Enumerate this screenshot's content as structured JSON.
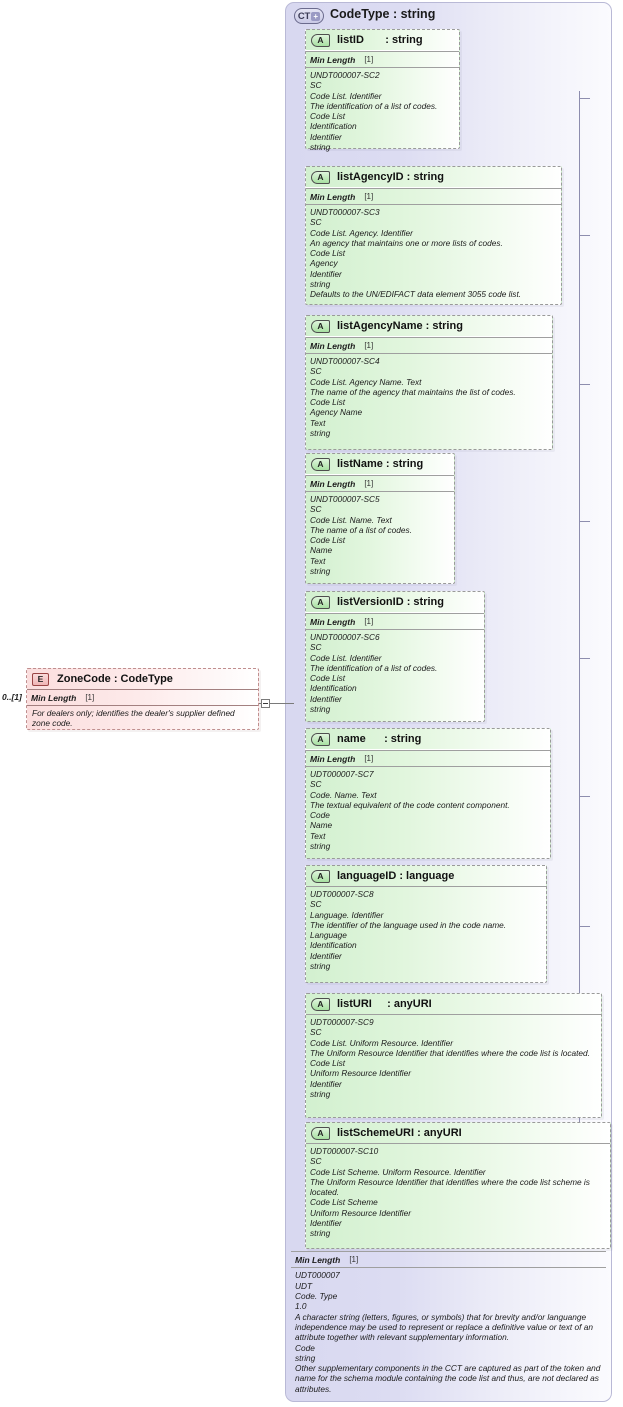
{
  "diagram": {
    "type": "xsd-schema-diagram",
    "element": {
      "badge": "E",
      "title": "ZoneCode : CodeType",
      "cardinality": "0..[1]",
      "facet_label": "Min Length",
      "facet_value": "[1]",
      "documentation": "For dealers only; identifies the dealer's supplier defined zone code."
    },
    "complex_type": {
      "badge": "CT",
      "badge_plus": "+",
      "title": "CodeType : string",
      "foot": {
        "facet_label": "Min Length",
        "facet_value": "[1]",
        "lines": [
          "UDT000007",
          "UDT",
          "Code. Type",
          "1.0",
          "A character string (letters, figures, or symbols) that for brevity and/or languange independence may be used to represent or replace a definitive value or text of an attribute together with relevant supplementary information.",
          "Code",
          "string",
          "Other supplementary components in the CCT are captured as part of the token and name for the schema module containing the code list and thus, are not declared as attributes."
        ]
      },
      "attributes": [
        {
          "badge": "A",
          "name": "listID",
          "title": "listID       : string",
          "facet_label": "Min Length",
          "facet_value": "[1]",
          "lines": [
            "UNDT000007-SC2",
            "SC",
            "Code List. Identifier",
            "The identification of a list of codes.",
            "Code List",
            "Identification",
            "Identifier",
            "string"
          ]
        },
        {
          "badge": "A",
          "name": "listAgencyID",
          "title": "listAgencyID : string",
          "facet_label": "Min Length",
          "facet_value": "[1]",
          "lines": [
            "UNDT000007-SC3",
            "SC",
            "Code List. Agency. Identifier",
            "An agency that maintains one or more lists of codes.",
            "Code List",
            "Agency",
            "Identifier",
            "string",
            "Defaults to the UN/EDIFACT data element 3055 code list."
          ]
        },
        {
          "badge": "A",
          "name": "listAgencyName",
          "title": "listAgencyName : string",
          "facet_label": "Min Length",
          "facet_value": "[1]",
          "lines": [
            "UNDT000007-SC4",
            "SC",
            "Code List. Agency Name. Text",
            "The name of the agency that maintains the list of codes.",
            "Code List",
            "Agency Name",
            "Text",
            "string"
          ]
        },
        {
          "badge": "A",
          "name": "listName",
          "title": "listName : string",
          "facet_label": "Min Length",
          "facet_value": "[1]",
          "lines": [
            "UNDT000007-SC5",
            "SC",
            "Code List. Name. Text",
            "The name of a list of codes.",
            "Code List",
            "Name",
            "Text",
            "string"
          ]
        },
        {
          "badge": "A",
          "name": "listVersionID",
          "title": "listVersionID : string",
          "facet_label": "Min Length",
          "facet_value": "[1]",
          "lines": [
            "UNDT000007-SC6",
            "SC",
            "Code List. Identifier",
            "The identification of a list of codes.",
            "Code List",
            "Identification",
            "Identifier",
            "string"
          ]
        },
        {
          "badge": "A",
          "name": "name",
          "title": "name      : string",
          "facet_label": "Min Length",
          "facet_value": "[1]",
          "lines": [
            "UDT000007-SC7",
            "SC",
            "Code. Name. Text",
            "The textual equivalent of the code content component.",
            "Code",
            "Name",
            "Text",
            "string"
          ]
        },
        {
          "badge": "A",
          "name": "languageID",
          "title": "languageID : language",
          "facet_label": "",
          "facet_value": "",
          "lines": [
            "UDT000007-SC8",
            "SC",
            "Language. Identifier",
            "The identifier of the language used in the code name.",
            "Language",
            "Identification",
            "Identifier",
            "string"
          ]
        },
        {
          "badge": "A",
          "name": "listURI",
          "title": "listURI     : anyURI",
          "facet_label": "",
          "facet_value": "",
          "lines": [
            "UDT000007-SC9",
            "SC",
            "Code List. Uniform Resource. Identifier",
            "The Uniform Resource Identifier that identifies where the code list is located.",
            "Code List",
            "Uniform Resource Identifier",
            "Identifier",
            "string"
          ]
        },
        {
          "badge": "A",
          "name": "listSchemeURI",
          "title": "listSchemeURI : anyURI",
          "facet_label": "",
          "facet_value": "",
          "lines": [
            "UDT000007-SC10",
            "SC",
            "Code List Scheme. Uniform Resource. Identifier",
            "The Uniform Resource Identifier that identifies where the code list scheme is located.",
            "Code List Scheme",
            "Uniform Resource Identifier",
            "Identifier",
            "string"
          ]
        }
      ]
    }
  },
  "colors": {
    "attribute_fill": "#d2f0cf",
    "element_fill": "#fbdede",
    "container_fill": "#d8d8f0",
    "border": "#9a9a9a"
  }
}
